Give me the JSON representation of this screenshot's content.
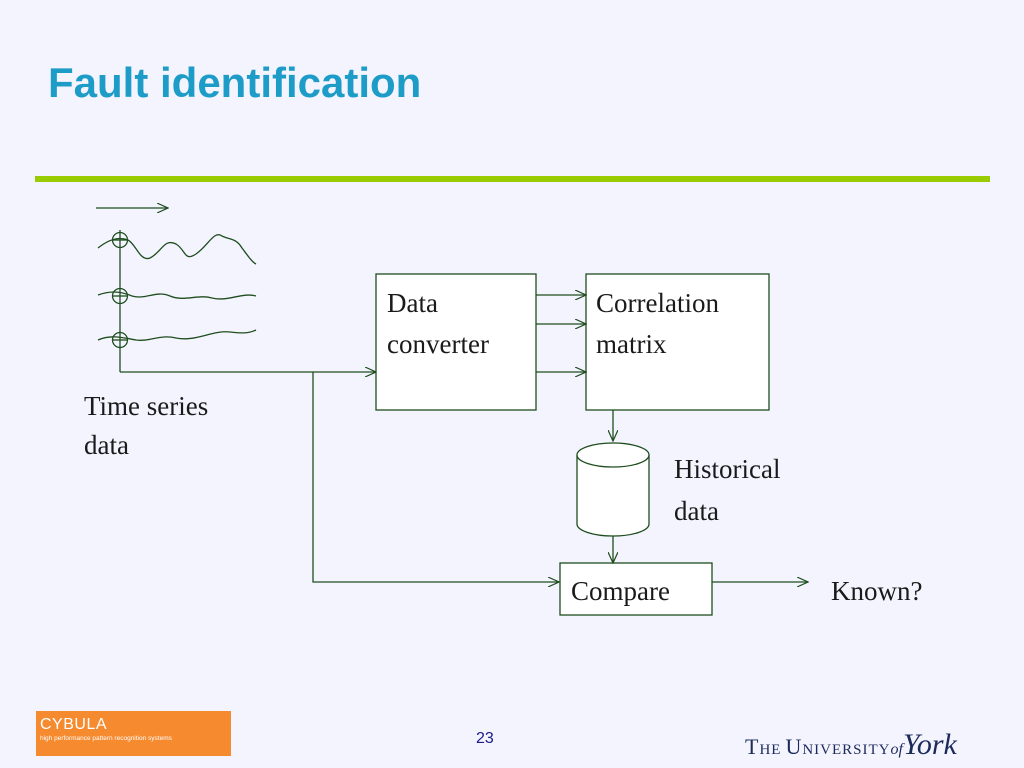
{
  "slide": {
    "title": "Fault identification",
    "page_number": "23"
  },
  "diagram": {
    "time_series_label": [
      "Time series",
      "data"
    ],
    "data_converter": [
      "Data",
      "converter"
    ],
    "correlation_matrix": [
      "Correlation",
      "matrix"
    ],
    "historical_data": [
      "Historical",
      "data"
    ],
    "compare": "Compare",
    "known": "Known?"
  },
  "footer": {
    "cybula_name": "CYBULA",
    "cybula_tagline": "high performance pattern recognition systems",
    "university_the": "The",
    "university_name": "University",
    "university_of": "of",
    "university_york": "York"
  },
  "colors": {
    "title": "#1e9cc8",
    "rule": "#99cc00",
    "diagram_stroke": "#1e4d1e",
    "cybula_bg": "#f58a2e"
  }
}
